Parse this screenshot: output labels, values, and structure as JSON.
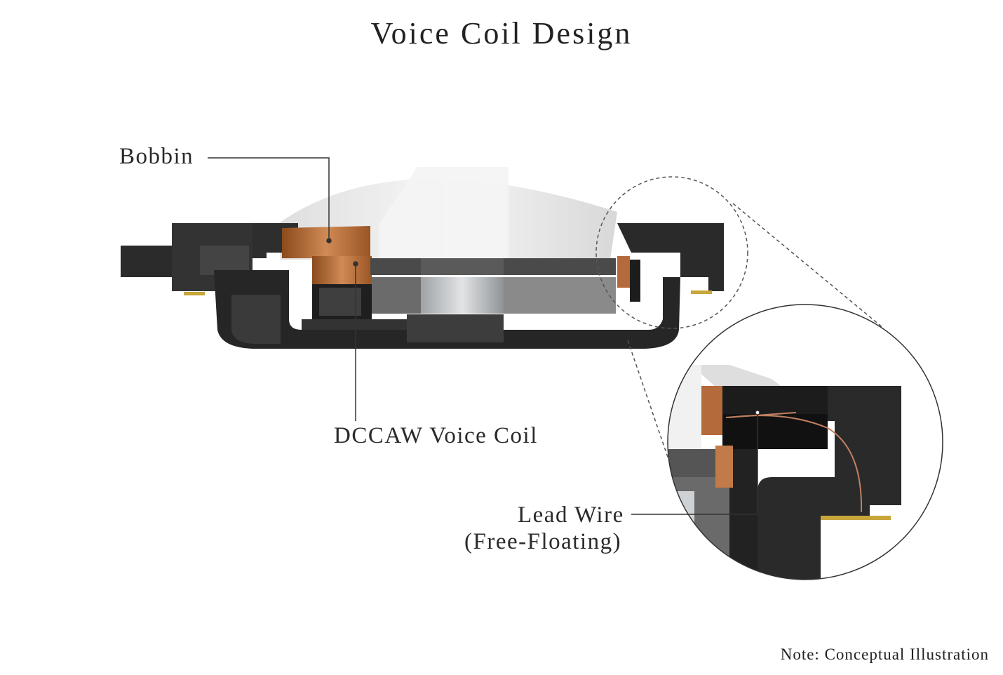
{
  "title": "Voice Coil Design",
  "labels": {
    "bobbin": "Bobbin",
    "voice_coil": "DCCAW Voice Coil",
    "lead_wire_line1": "Lead Wire",
    "lead_wire_line2": "(Free-Floating)"
  },
  "note": "Note: Conceptual Illustration",
  "colors": {
    "housing": "#2a2a2a",
    "magnet": "#c9ccce",
    "dome": "#ededed",
    "copper": "#b5652b",
    "leader_line": "#333333"
  }
}
